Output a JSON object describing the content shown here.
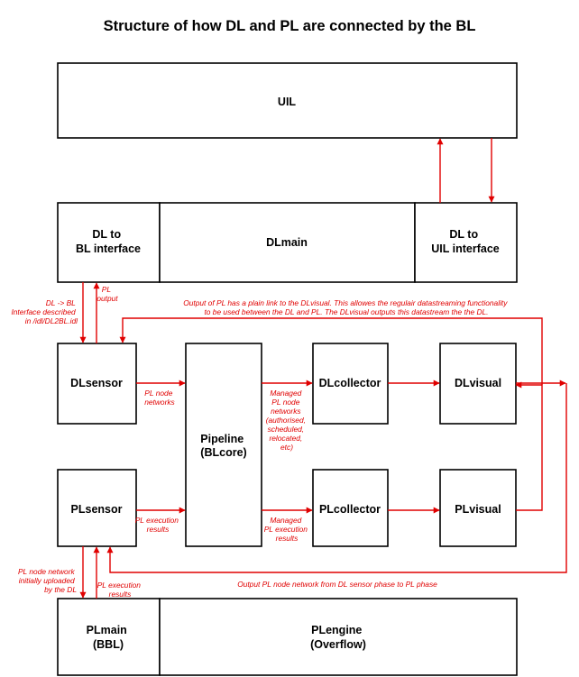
{
  "title": "Structure of how DL and PL are connected by the BL",
  "boxes": {
    "uil": "UIL",
    "dl_to_bl": [
      "DL to",
      "BL interface"
    ],
    "dlmain": "DLmain",
    "dl_to_uil": [
      "DL to",
      "UIL interface"
    ],
    "dlsensor": "DLsensor",
    "pipeline": [
      "Pipeline",
      "(BLcore)"
    ],
    "dlcollector": "DLcollector",
    "dlvisual": "DLvisual",
    "plsensor": "PLsensor",
    "plcollector": "PLcollector",
    "plvisual": "PLvisual",
    "plmain": [
      "PLmain",
      "(BBL)"
    ],
    "plengine": [
      "PLengine",
      "(Overflow)"
    ]
  },
  "annotations": {
    "dl_bl_interface": [
      "DL -> BL",
      "Interface described",
      "in /idl/DL2BL.idl"
    ],
    "pl_output": [
      "PL",
      "output"
    ],
    "plain_link": [
      "Output of PL has a plain link to the DLvisual. This allowes the regulair datastreaming functionality",
      "to be used between the DL and PL. The DLvisual outputs this datastream the the DL."
    ],
    "pl_node_networks": [
      "PL node",
      "networks"
    ],
    "managed_dl": [
      "Managed",
      "PL node",
      "networks",
      "(authorised,",
      "scheduled,",
      "relocated,",
      "etc)"
    ],
    "pl_execution_results": [
      "PL execution",
      "results"
    ],
    "managed_pl": [
      "Managed",
      "PL execution",
      "results"
    ],
    "pl_node_network_uploaded": [
      "PL node network",
      "initially uploaded",
      "by the DL"
    ],
    "pl_execution_results_up": [
      "PL execution",
      "results"
    ],
    "output_pl_node_network": "Output PL node network from DL sensor phase to PL phase"
  },
  "colors": {
    "arrow": "#e00000",
    "box_stroke": "#000000"
  }
}
